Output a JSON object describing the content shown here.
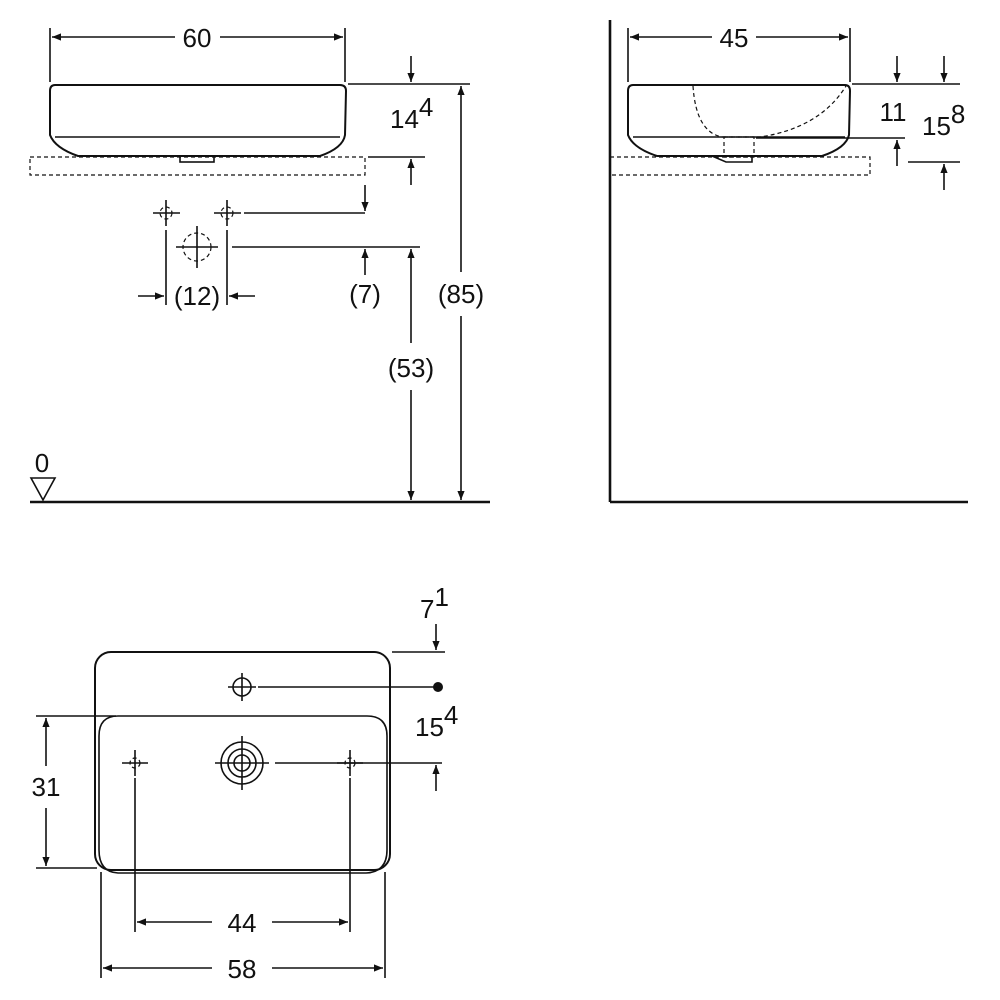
{
  "front_view": {
    "width": "60",
    "bowl_height": {
      "base": "14",
      "sup": "4"
    },
    "tap_spacing": "(12)",
    "tap_offset": "(7)",
    "drain_height": "(53)",
    "total_height": "(85)",
    "floor_level": "0"
  },
  "side_view": {
    "depth": "45",
    "inner_height": "11",
    "outer_height": {
      "base": "15",
      "sup": "8"
    }
  },
  "top_view": {
    "rim_offset": {
      "base": "7",
      "sup": "1"
    },
    "tap_hole_offset": {
      "base": "15",
      "sup": "4"
    },
    "bowl_depth": "31",
    "inner_width": "44",
    "outer_width": "58"
  }
}
